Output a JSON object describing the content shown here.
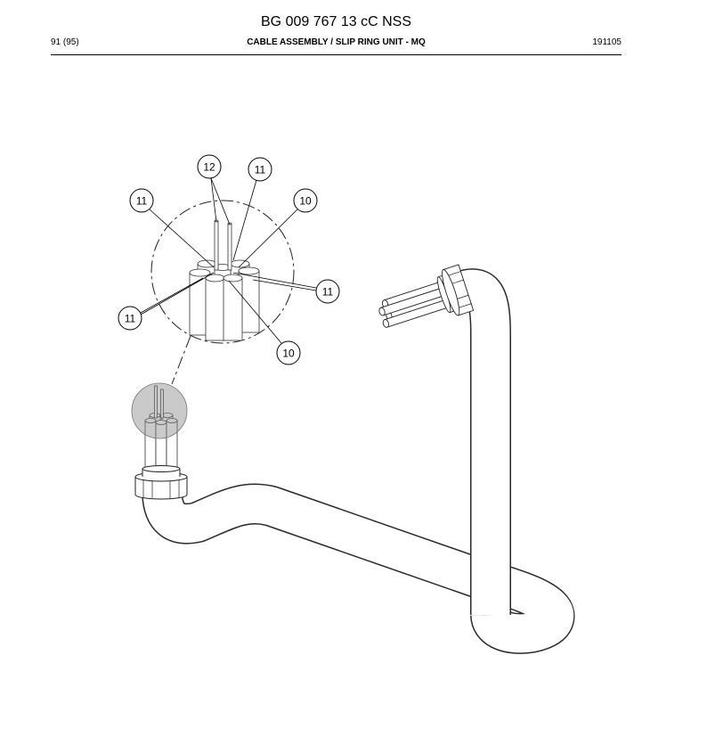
{
  "header": {
    "doc_id": "BG 009 767 13 cC NSS",
    "page": "91 (95)",
    "section_title": "CABLE ASSEMBLY / SLIP RING UNIT - MQ",
    "date_code": "191105"
  },
  "drawing": {
    "callouts": [
      "12",
      "11",
      "11",
      "10",
      "11",
      "11",
      "10"
    ]
  }
}
